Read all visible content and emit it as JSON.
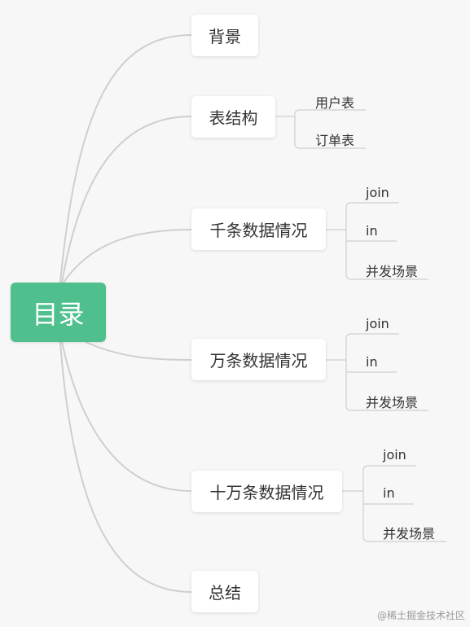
{
  "root": {
    "label": "目录"
  },
  "branches": [
    {
      "label": "背景",
      "children": []
    },
    {
      "label": "表结构",
      "children": [
        "用户表",
        "订单表"
      ]
    },
    {
      "label": "千条数据情况",
      "children": [
        "join",
        "in",
        "并发场景"
      ]
    },
    {
      "label": "万条数据情况",
      "children": [
        "join",
        "in",
        "并发场景"
      ]
    },
    {
      "label": "十万条数据情况",
      "children": [
        "join",
        "in",
        "并发场景"
      ]
    },
    {
      "label": "总结",
      "children": []
    }
  ],
  "watermark": "@稀土掘金技术社区",
  "colors": {
    "root": "#4fc08d",
    "connector": "#cfcfcf",
    "background": "#f7f7f7"
  }
}
